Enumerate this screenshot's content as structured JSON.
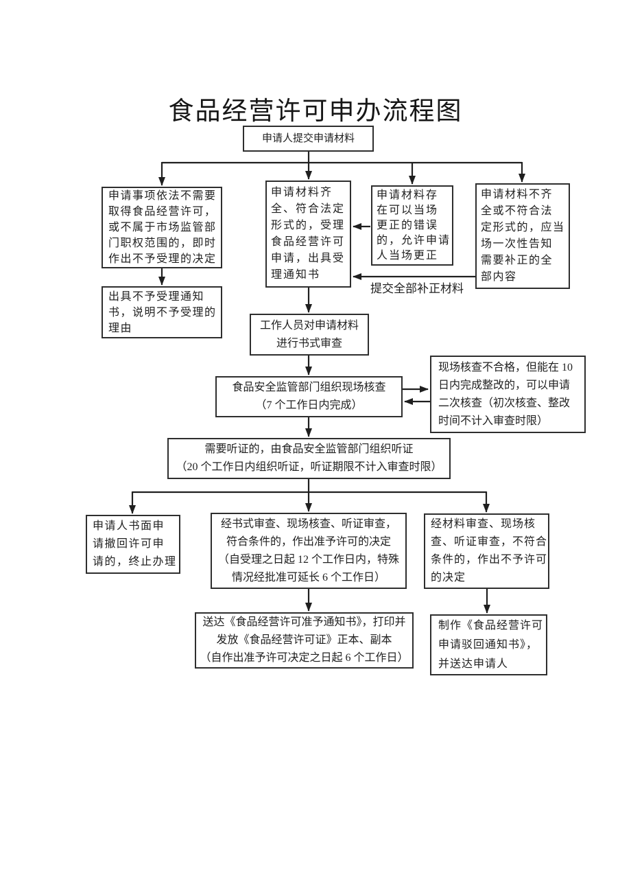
{
  "page": {
    "title": "食品经营许可申办流程图",
    "colors": {
      "ink": "#1f1f1f",
      "border": "#2e2e2e",
      "background": "#ffffff"
    }
  },
  "flowchart": {
    "nodes": {
      "start": {
        "lines": [
          "申请人提交申请材料"
        ]
      },
      "not_accept": {
        "lines": [
          "申请事项依法不需要",
          "取得食品经营许可，",
          "或不属于市场监管部",
          "门职权范围的，即时",
          "作出不予受理的决定"
        ]
      },
      "not_accept_notice": {
        "lines": [
          "出具不予受理通知",
          "书，说明不予受理的",
          "理由"
        ]
      },
      "accept": {
        "lines": [
          "申请材料齐",
          "全、符合法定",
          "形式的，受理",
          "食品经营许可",
          "申请，出具受",
          "理通知书"
        ]
      },
      "onsite_correction": {
        "lines": [
          "申请材料存",
          "在可以当场",
          "更正的错误",
          "的，允许申请",
          "人当场更正"
        ]
      },
      "incomplete": {
        "lines": [
          "申请材料不齐",
          "全或不符合法",
          "定形式的，应当",
          "场一次性告知",
          "需要补正的全",
          "部内容"
        ]
      },
      "written_review": {
        "lines": [
          "工作人员对申请材料",
          "进行书式审查"
        ]
      },
      "onsite_check": {
        "lines": [
          "食品安全监管部门组织现场核查",
          "（7 个工作日内完成）"
        ]
      },
      "recheck": {
        "lines": [
          "现场核查不合格，但能在 10",
          "日内完成整改的，可以申请",
          "二次核查（初次核查、整改",
          "时间不计入审查时限）"
        ]
      },
      "hearing": {
        "lines": [
          "需要听证的，由食品安全监管部门组织听证",
          "（20 个工作日内组织听证，听证期限不计入审查时限）"
        ]
      },
      "withdraw": {
        "lines": [
          "申请人书面申",
          "请撤回许可申",
          "请的，终止办理"
        ]
      },
      "approve": {
        "lines": [
          "经书式审查、现场核查、听证审查，",
          "符合条件的，作出准予许可的决定",
          "（自受理之日起 12 个工作日内，特殊",
          "情况经批准可延长 6 个工作日）"
        ]
      },
      "deny": {
        "lines": [
          "经材料审查、现场核",
          "查、听证审查，不符合",
          "条件的，作出不予许可",
          "的决定"
        ]
      },
      "deliver": {
        "lines": [
          "送达《食品经营许可准予通知书》，打印并",
          "发放《食品经营许可证》正本、副本",
          "（自作出准予许可决定之日起 6 个工作日）"
        ]
      },
      "rejection_make": {
        "lines": [
          "制作《食品经营许可",
          "申请驳回通知书》，",
          "并送达申请人"
        ]
      }
    },
    "edge_labels": {
      "resubmit": "提交全部补正材料"
    }
  }
}
